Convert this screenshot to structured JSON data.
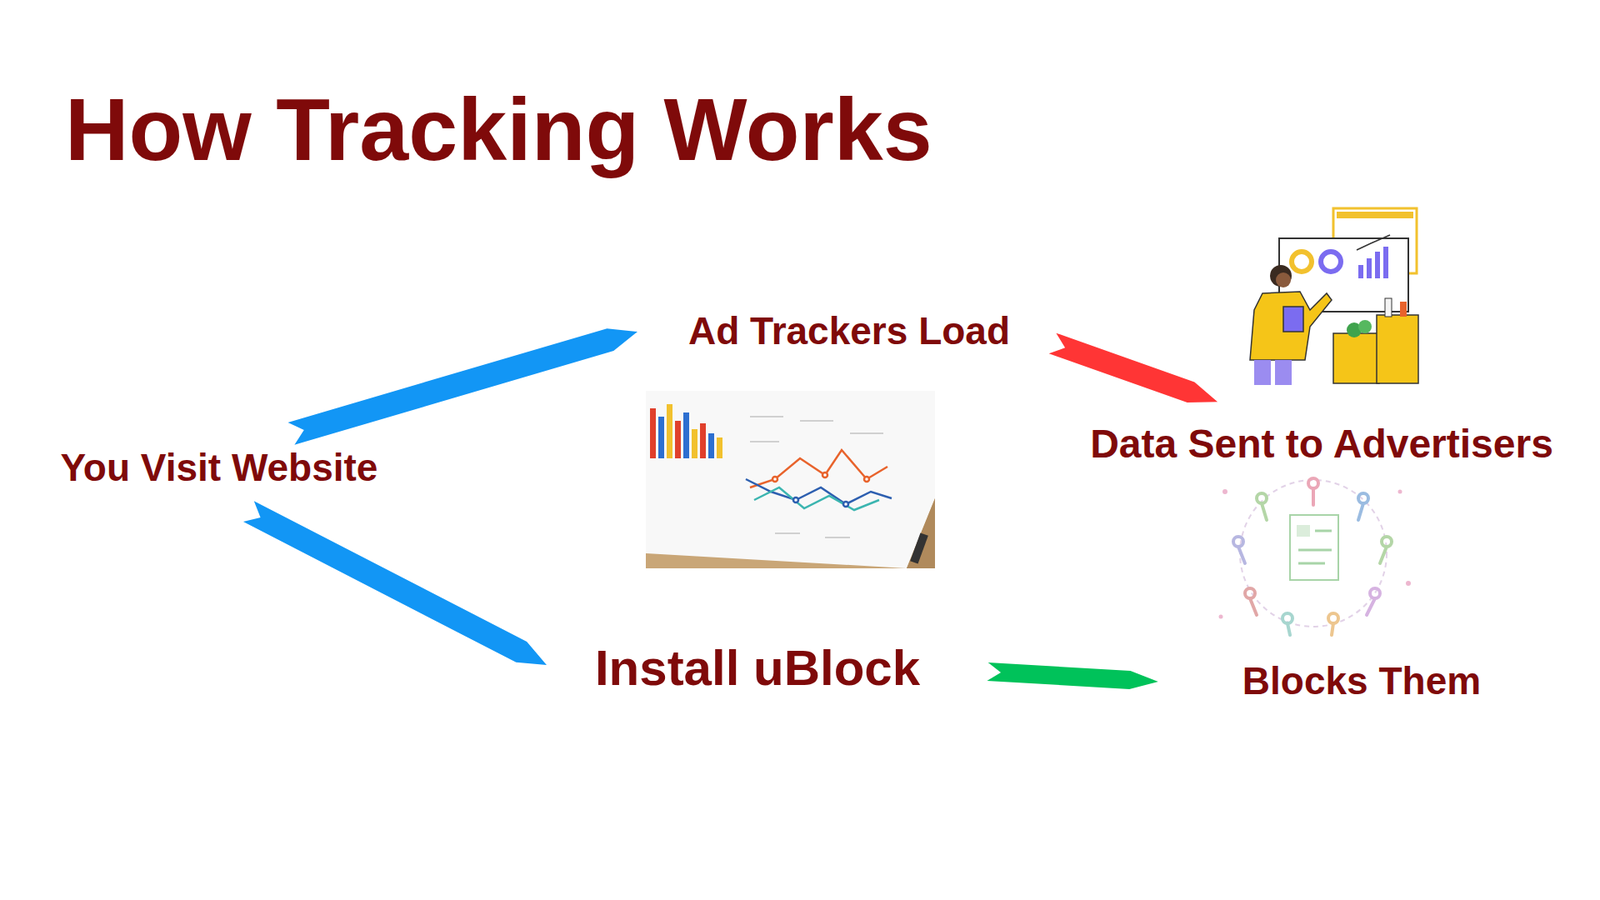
{
  "diagram": {
    "title": "How Tracking Works",
    "nodes": [
      {
        "text": [
          "You Visit Website"
        ]
      },
      {
        "text": [
          "Ad Trackers Load"
        ]
      },
      {
        "text": [
          "Data Sent to Advertisers"
        ]
      },
      {
        "text": [
          "Install uBlock"
        ]
      },
      {
        "text": [
          "Blocks Them"
        ]
      }
    ],
    "edges": [
      {
        "from": 0,
        "to": 1,
        "arrow": "to"
      },
      {
        "from": 0,
        "to": 3,
        "arrow": "to"
      },
      {
        "from": 1,
        "to": 2,
        "arrow": "to"
      },
      {
        "from": 3,
        "to": 4,
        "arrow": "to"
      }
    ]
  }
}
